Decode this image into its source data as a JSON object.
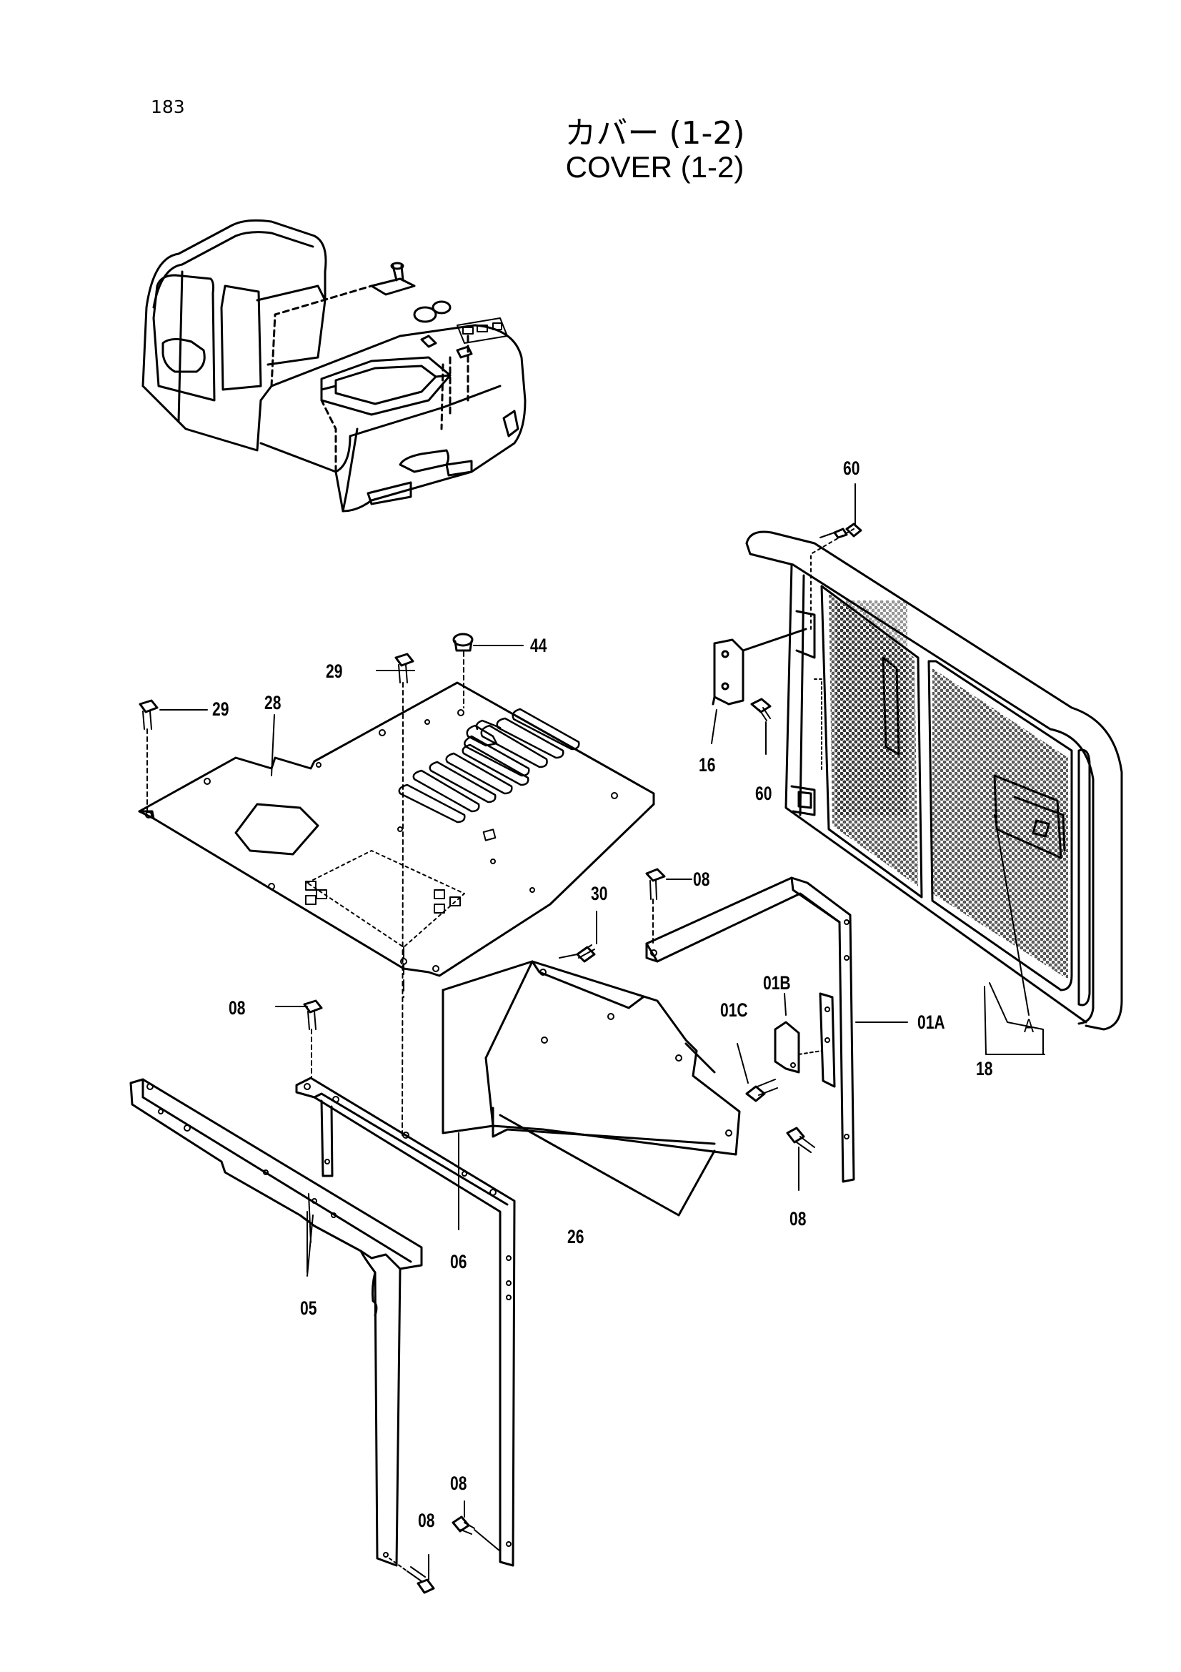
{
  "page_number": "183",
  "title_jp": "カバー (1-2)",
  "title_en": "COVER (1-2)",
  "callouts": {
    "c60a": "60",
    "c44": "44",
    "c29a": "29",
    "c29b": "29",
    "c28": "28",
    "c16": "16",
    "c60b": "60",
    "c30": "30",
    "c08a": "08",
    "c01b": "01B",
    "c01c": "01C",
    "c01a": "01A",
    "c08b": "08",
    "cA": "A",
    "c18": "18",
    "c08c": "08",
    "c06": "06",
    "c26": "26",
    "c05": "05",
    "c08d": "08",
    "c08e": "08"
  }
}
